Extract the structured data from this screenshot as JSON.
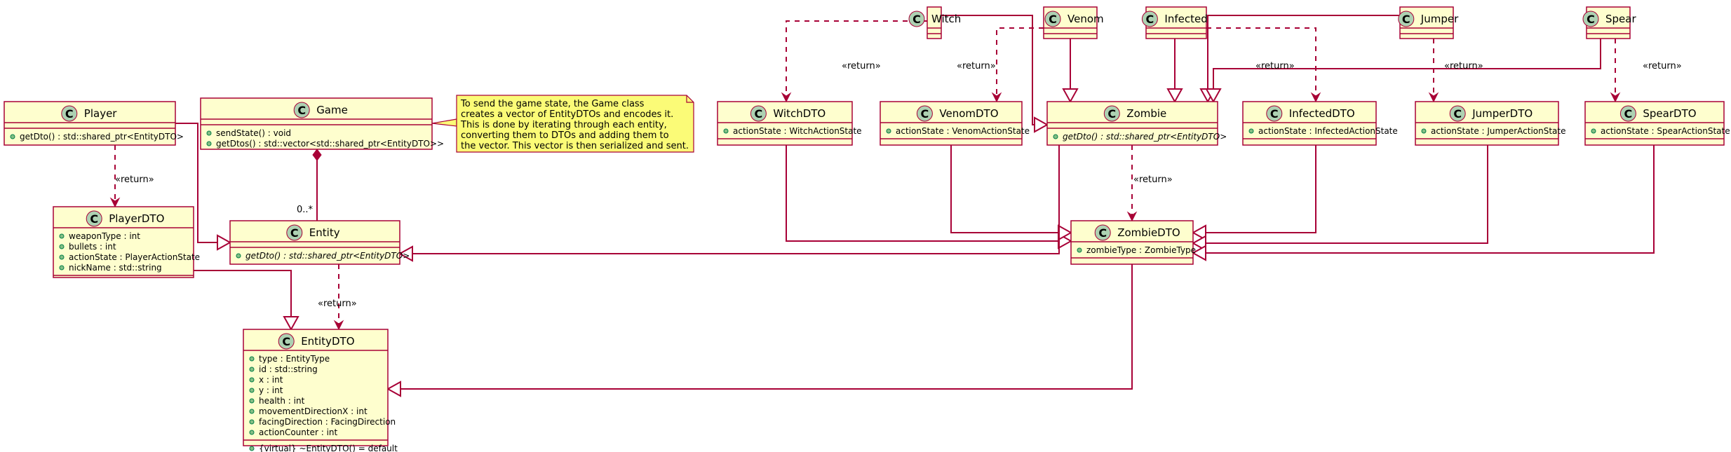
{
  "diagram": {
    "classes": [
      {
        "id": "Witch",
        "name": "Witch",
        "fields": [],
        "methods": []
      },
      {
        "id": "Venom",
        "name": "Venom",
        "fields": [],
        "methods": []
      },
      {
        "id": "Infected",
        "name": "Infected",
        "fields": [],
        "methods": []
      },
      {
        "id": "Jumper",
        "name": "Jumper",
        "fields": [],
        "methods": []
      },
      {
        "id": "Spear",
        "name": "Spear",
        "fields": [],
        "methods": []
      },
      {
        "id": "Player",
        "name": "Player",
        "fields": [],
        "methods": [
          "getDto() : std::shared_ptr<EntityDTO>"
        ]
      },
      {
        "id": "Game",
        "name": "Game",
        "fields": [],
        "methods": [
          "sendState() : void",
          "getDtos() : std::vector<std::shared_ptr<EntityDTO>>"
        ]
      },
      {
        "id": "WitchDTO",
        "name": "WitchDTO",
        "fields": [
          "actionState : WitchActionState"
        ],
        "methods": []
      },
      {
        "id": "VenomDTO",
        "name": "VenomDTO",
        "fields": [
          "actionState : VenomActionState"
        ],
        "methods": []
      },
      {
        "id": "Zombie",
        "name": "Zombie",
        "fields": [],
        "methods": [
          "getDto() : std::shared_ptr<EntityDTO>"
        ],
        "abstract_methods": true
      },
      {
        "id": "InfectedDTO",
        "name": "InfectedDTO",
        "fields": [
          "actionState : InfectedActionState"
        ],
        "methods": []
      },
      {
        "id": "JumperDTO",
        "name": "JumperDTO",
        "fields": [
          "actionState : JumperActionState"
        ],
        "methods": []
      },
      {
        "id": "SpearDTO",
        "name": "SpearDTO",
        "fields": [
          "actionState : SpearActionState"
        ],
        "methods": []
      },
      {
        "id": "PlayerDTO",
        "name": "PlayerDTO",
        "fields": [
          "weaponType : int",
          "bullets : int",
          "actionState : PlayerActionState",
          "nickName : std::string"
        ],
        "methods": []
      },
      {
        "id": "Entity",
        "name": "Entity",
        "fields": [],
        "methods": [
          "getDto() : std::shared_ptr<EntityDTO>"
        ],
        "abstract_methods": true
      },
      {
        "id": "ZombieDTO",
        "name": "ZombieDTO",
        "fields": [
          "zombieType : ZombieType"
        ],
        "methods": []
      },
      {
        "id": "EntityDTO",
        "name": "EntityDTO",
        "fields": [
          "type : EntityType",
          "id : std::string",
          "x : int",
          "y : int",
          "health : int",
          "movementDirectionX : int",
          "facingDirection : FacingDirection",
          "actionCounter : int"
        ],
        "methods": [
          "{virtual} ~EntityDTO() = default"
        ]
      }
    ],
    "note": {
      "lines": [
        "To send the game state, the Game class",
        "creates a vector of EntityDTOs and encodes it.",
        "This is done by iterating through each entity,",
        "converting them to DTOs and adding them to",
        "the vector. This vector is then serialized and sent."
      ]
    },
    "labels": {
      "return": "«return»",
      "multiplicity": "0..*",
      "class_glyph": "C"
    },
    "colors": {
      "border": "#A80036",
      "fill": "#FEFECE",
      "note_fill": "#FBFB77",
      "class_circle": "#ADD1B2"
    }
  }
}
